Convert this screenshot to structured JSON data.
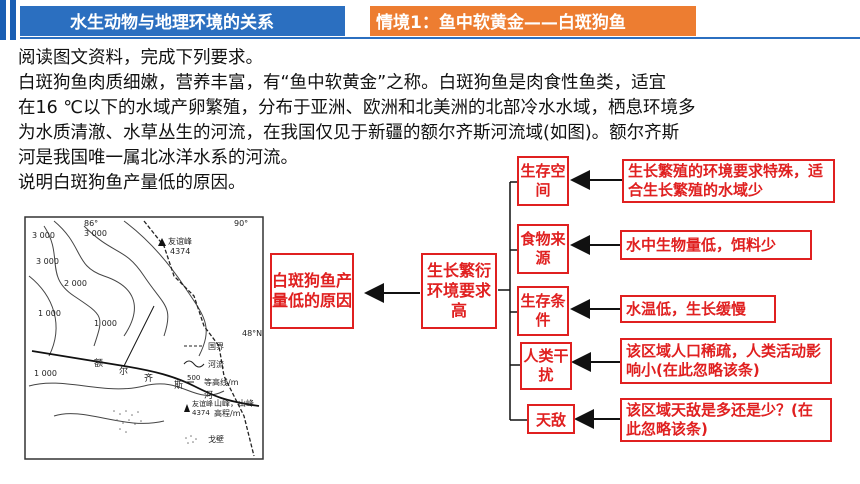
{
  "header": {
    "title": "水生动物与地理环境的关系",
    "scene": "情境1：鱼中软黄金——白斑狗鱼"
  },
  "text": {
    "line1": "阅读图文资料，完成下列要求。",
    "line2": "白斑狗鱼肉质细嫩，营养丰富，有“鱼中软黄金”之称。白斑狗鱼是肉食性鱼类，适宜",
    "line3": "在16 ℃以下的水域产卵繁殖，分布于亚洲、欧洲和北美洲的北部冷水水域，栖息环境多",
    "line4": "为水质清澈、水草丛生的河流，在我国仅见于新疆的额尔齐斯河流域(如图)。额尔齐斯",
    "line5": "河是我国唯一属北冰洋水系的河流。",
    "line6": "说明白斑狗鱼产量低的原因。"
  },
  "map": {
    "lon1": "86°",
    "lon2": "90°",
    "lat": "48°N",
    "peak_name": "友谊峰",
    "peak_height": "4374",
    "contours": [
      "3 000",
      "3 000",
      "2 000",
      "1 000",
      "1 000",
      "1 000",
      "3 000"
    ],
    "river_chars": [
      "额",
      "尔",
      "齐",
      "斯",
      "河"
    ],
    "legend": {
      "border": "国界",
      "river": "河流",
      "contour_val": "500",
      "contour": "等高线/m",
      "peak_name": "友谊峰",
      "peak_height": "4374",
      "peak": "山峰，山峰",
      "peak2": "高程/m",
      "desert": "戈壁"
    }
  },
  "diagram": {
    "result": "白斑狗鱼产量低的原因",
    "center": "生长繁衍环境要求高",
    "factors": [
      {
        "label": "生存空间",
        "detail": "生长繁殖的环境要求特殊，适合生长繁殖的水域少"
      },
      {
        "label": "食物来源",
        "detail": "水中生物量低，饵料少"
      },
      {
        "label": "生存条件",
        "detail": "水温低，生长缓慢"
      },
      {
        "label": "人类干扰",
        "detail": "该区域人口稀疏，人类活动影响小(在此忽略该条)"
      },
      {
        "label": "天敌",
        "detail": "该区域天敌是多还是少？(在此忽略该条)"
      }
    ]
  }
}
